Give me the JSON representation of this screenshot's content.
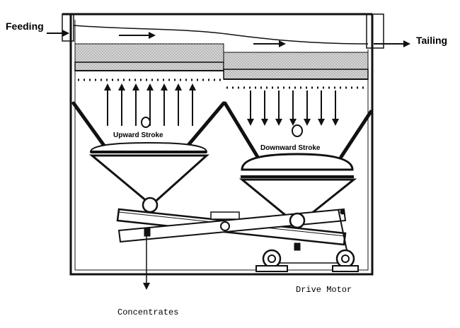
{
  "labels": {
    "feeding": "Feeding",
    "tailing": "Tailing",
    "upward_stroke": "Upward Stroke",
    "downward_stroke": "Downward Stroke",
    "drive_motor": "Drive Motor",
    "concentrates": "Concentrates"
  },
  "colors": {
    "line": "#111111",
    "screen_fill": "#cfcfcf",
    "background": "#ffffff"
  }
}
